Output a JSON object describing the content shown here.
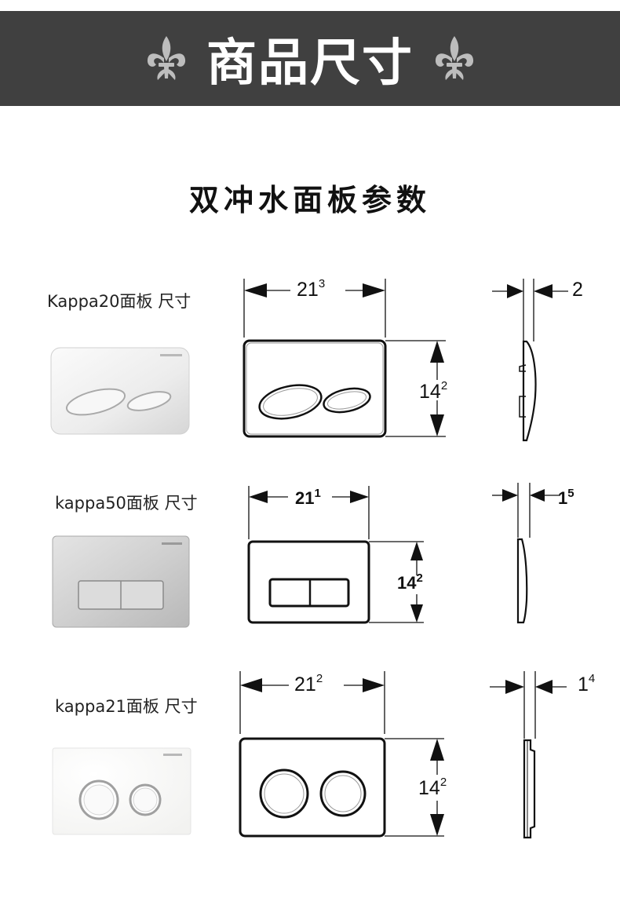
{
  "header": {
    "title": "商品尺寸",
    "bg_color": "#404040",
    "icon": "fleur-de-lis-icon"
  },
  "subtitle": "双冲水面板参数",
  "panels": [
    {
      "label": "Kappa20面板 尺寸",
      "width_main": "21",
      "width_sup": "3",
      "height_main": "14",
      "height_sup": "2",
      "depth_main": "2",
      "depth_sup": "",
      "buttons": "two-ovals"
    },
    {
      "label": "kappa50面板 尺寸",
      "width_main": "21",
      "width_sup": "1",
      "height_main": "14",
      "height_sup": "2",
      "depth_main": "1",
      "depth_sup": "5",
      "buttons": "two-rectangles"
    },
    {
      "label": "kappa21面板 尺寸",
      "width_main": "21",
      "width_sup": "2",
      "height_main": "14",
      "height_sup": "2",
      "depth_main": "1",
      "depth_sup": "4",
      "buttons": "two-circles"
    }
  ]
}
